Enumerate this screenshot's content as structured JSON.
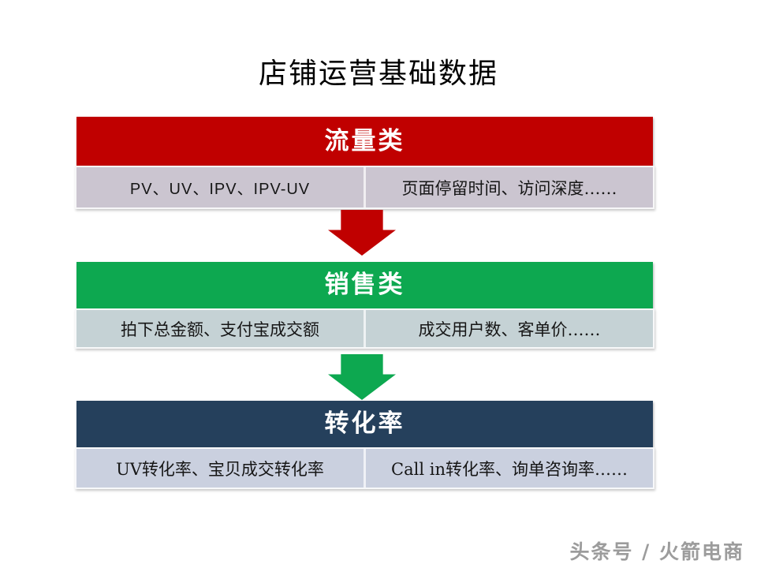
{
  "slide": {
    "title": "店铺运营基础数据",
    "watermark": "头条号 / 火箭电商",
    "background_color": "#FFFFFF"
  },
  "sections": [
    {
      "header": {
        "label": "流量类",
        "bg": "#C00000",
        "text_color": "#FFFFFF"
      },
      "row": {
        "bg": "#CBC5D0",
        "left": "PV、UV、IPV、IPV-UV",
        "right": "页面停留时间、访问深度……"
      }
    },
    {
      "header": {
        "label": "销售类",
        "bg": "#0DA850",
        "text_color": "#FFFFFF"
      },
      "row": {
        "bg": "#C5D2D5",
        "left": "拍下总金额、支付宝成交额",
        "right": "成交用户数、客单价……"
      }
    },
    {
      "header": {
        "label": "转化率",
        "bg": "#25405C",
        "text_color": "#FFFFFF"
      },
      "row": {
        "bg": "#CAD0DF",
        "left": "UV转化率、宝贝成交转化率",
        "right": "Call in转化率、询单咨询率……"
      }
    }
  ],
  "arrows": [
    {
      "direction": "down",
      "color": "#C00000"
    },
    {
      "direction": "down",
      "color": "#0DA850"
    }
  ]
}
